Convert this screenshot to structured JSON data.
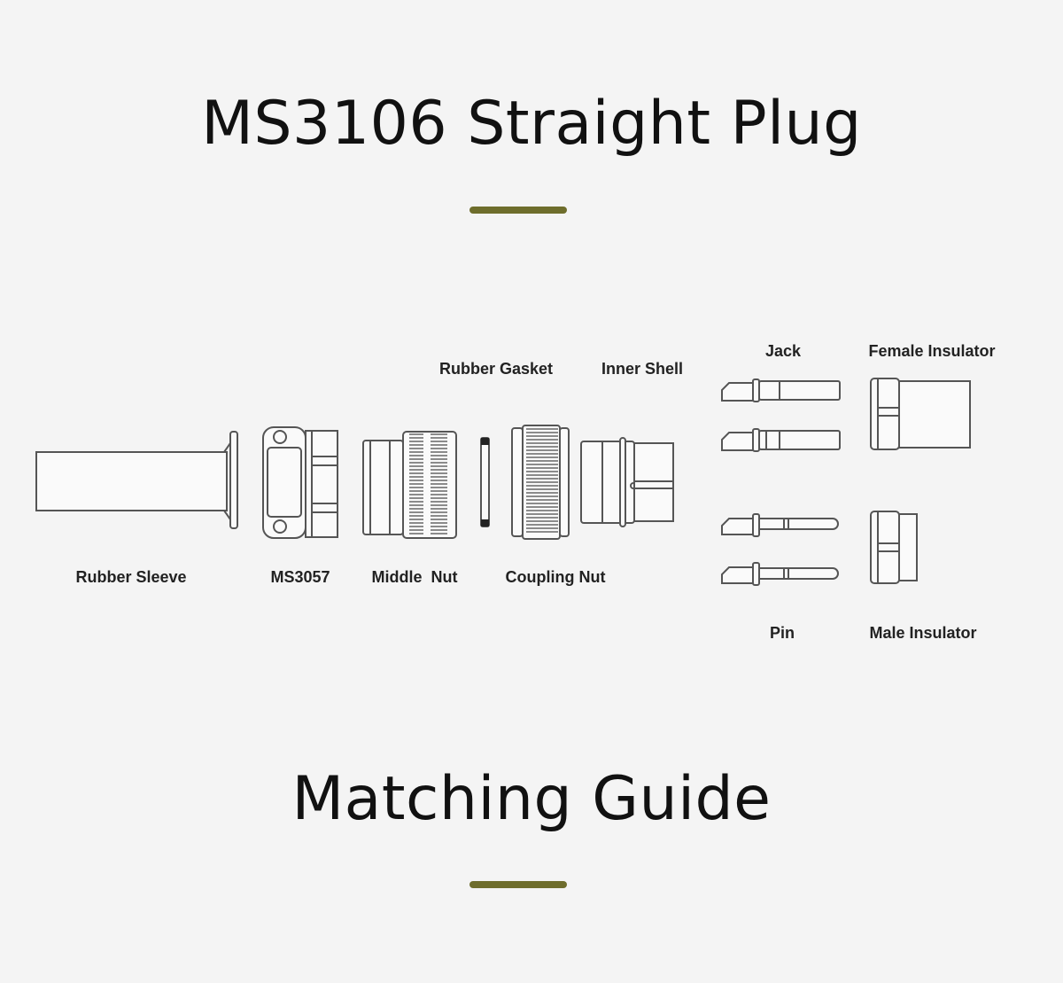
{
  "header": {
    "title": "MS3106 Straight Plug"
  },
  "diagram": {
    "labels": {
      "rubber_sleeve": "Rubber Sleeve",
      "ms3057": "MS3057",
      "middle_nut": "Middle  Nut",
      "coupling_nut": "Coupling Nut",
      "rubber_gasket": "Rubber Gasket",
      "inner_shell": "Inner Shell",
      "jack": "Jack",
      "female_insulator": "Female Insulator",
      "pin": "Pin",
      "male_insulator": "Male Insulator"
    }
  },
  "section": {
    "title": "Matching Guide"
  },
  "colors": {
    "accent": "#6e6d2c",
    "background": "#f4f4f4"
  }
}
